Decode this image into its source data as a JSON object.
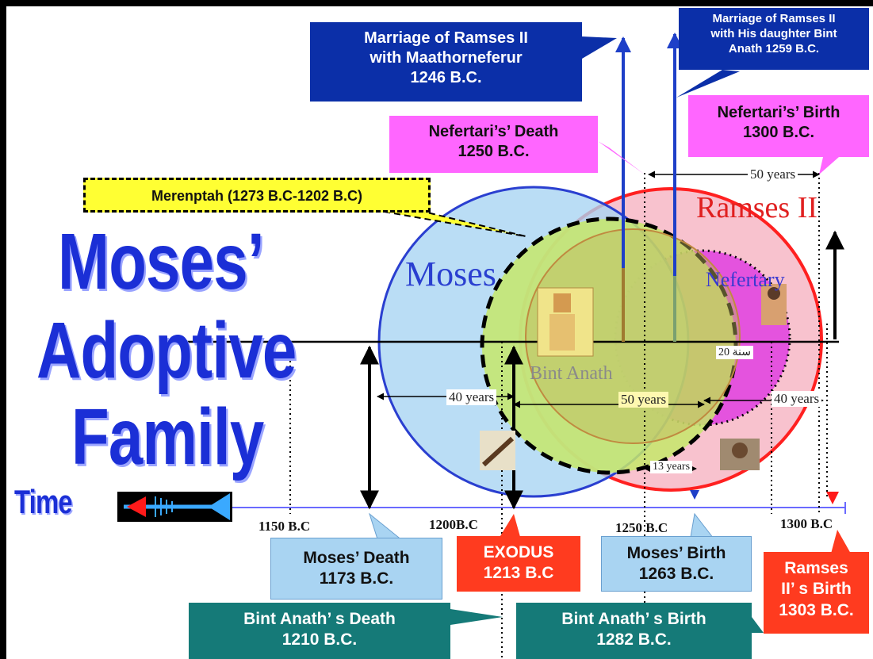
{
  "title": {
    "line1": "Moses’",
    "line2": "Adoptive",
    "line3": "Family"
  },
  "time_label": "Time",
  "circles": {
    "moses": "Moses",
    "ramses": "Ramses II",
    "nefertary": "Nefertary",
    "bint_anath": "Bint Anath"
  },
  "axis_ticks": [
    "1150 B.C",
    "1200B.C",
    "1250 B.C",
    "1300 B.C"
  ],
  "spans": {
    "moses_40": "40 years",
    "bint_50": "50 years",
    "nef_40": "40 years",
    "top_50": "50 years",
    "thirteen": "13 years",
    "arabic": "20 سنة"
  },
  "callouts": {
    "marriage_maathorneferur": [
      "Marriage of Ramses II",
      "with Maathorneferur",
      "1246 B.C."
    ],
    "marriage_bint": [
      "Marriage of Ramses II",
      "with His daughter Bint",
      "Anath 1259 B.C."
    ],
    "nefertari_death": [
      "Nefertari’s’ Death",
      "1250 B.C."
    ],
    "nefertari_birth": [
      "Nefertari’s’ Birth",
      "1300 B.C."
    ],
    "merenptah": "Merenptah (1273 B.C-1202 B.C)",
    "moses_death": [
      "Moses’ Death",
      "1173 B.C."
    ],
    "exodus": [
      "EXODUS",
      "1213 B.C"
    ],
    "moses_birth": [
      "Moses’ Birth",
      "1263 B.C."
    ],
    "ramses_birth": [
      "Ramses",
      "II’ s Birth",
      "1303 B.C."
    ],
    "bint_death": [
      "Bint Anath’ s Death",
      "1210 B.C."
    ],
    "bint_birth": [
      "Bint Anath’ s Birth",
      "1282 B.C."
    ]
  },
  "colors": {
    "dark_blue": "#0b2fa8",
    "magenta": "#ff66ff",
    "teal": "#157a78",
    "light_blue": "#9fd0f3",
    "red": "#ff3b1f",
    "yellow": "#ffff33",
    "title_blue": "#1b2fd6"
  }
}
